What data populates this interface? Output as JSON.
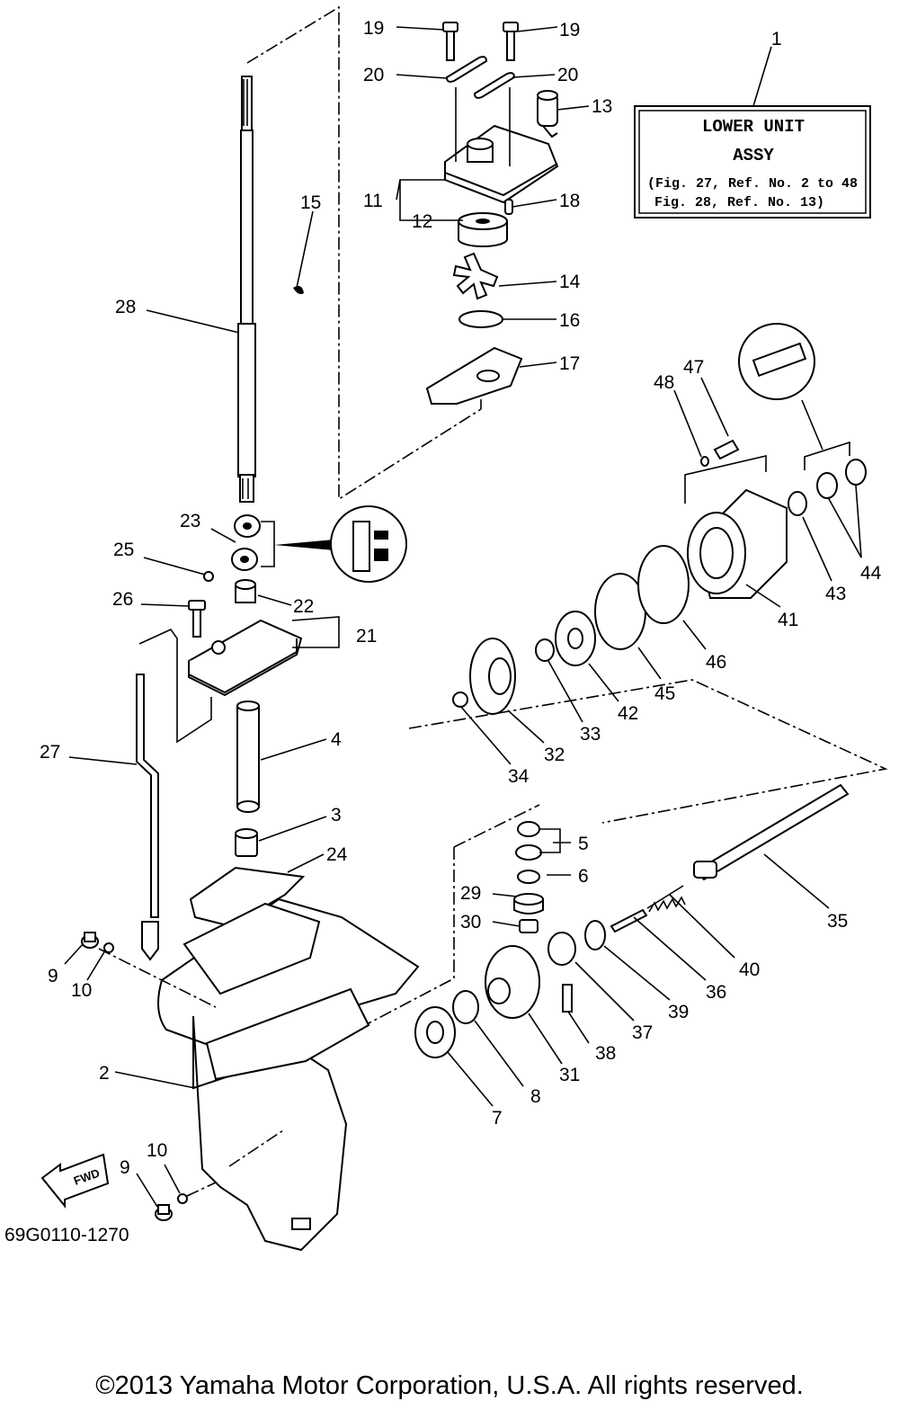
{
  "drawing_code": "69G0110-1270",
  "fwd_label": "FWD",
  "copyright": "©2013 Yamaha Motor Corporation, U.S.A. All rights reserved.",
  "info_box": {
    "line1": "LOWER UNIT",
    "line2": "ASSY",
    "line3": "(Fig. 27, Ref. No. 2 to 48",
    "line4": "Fig. 28, Ref. No. 13)"
  },
  "callouts": {
    "c1": "1",
    "c2": "2",
    "c3": "3",
    "c4": "4",
    "c5": "5",
    "c6": "6",
    "c7": "7",
    "c8": "8",
    "c9a": "9",
    "c9b": "9",
    "c10a": "10",
    "c10b": "10",
    "c11": "11",
    "c12": "12",
    "c13": "13",
    "c14": "14",
    "c15": "15",
    "c16": "16",
    "c17": "17",
    "c18": "18",
    "c19a": "19",
    "c19b": "19",
    "c20a": "20",
    "c20b": "20",
    "c21": "21",
    "c22": "22",
    "c23": "23",
    "c24": "24",
    "c25": "25",
    "c26": "26",
    "c27": "27",
    "c28": "28",
    "c29": "29",
    "c30": "30",
    "c31": "31",
    "c32": "32",
    "c33": "33",
    "c34": "34",
    "c35": "35",
    "c36": "36",
    "c37": "37",
    "c38": "38",
    "c39": "39",
    "c40": "40",
    "c41": "41",
    "c42": "42",
    "c43": "43",
    "c44": "44",
    "c45": "45",
    "c46": "46",
    "c47": "47",
    "c48": "48"
  }
}
